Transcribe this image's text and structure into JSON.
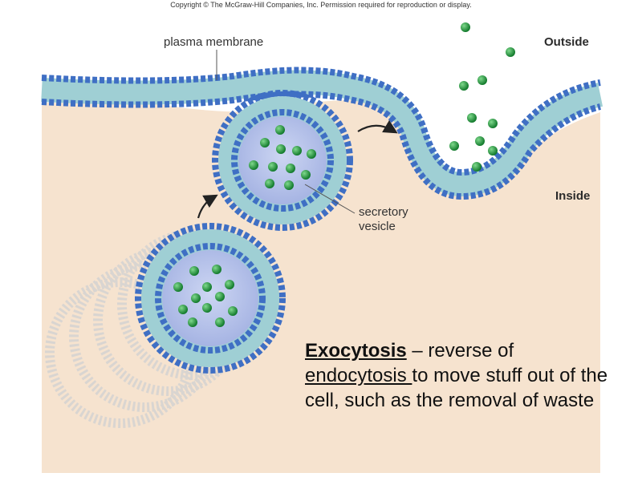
{
  "copyright": "Copyright © The McGraw-Hill Companies, Inc. Permission required for reproduction or display.",
  "labels": {
    "plasma_membrane": "plasma membrane",
    "outside": "Outside",
    "inside": "Inside",
    "secretory_line1": "secretory",
    "secretory_line2": "vesicle"
  },
  "caption": {
    "term": "Exocytosis",
    "dash_text": " – reverse of ",
    "linked_term": "endocytosis ",
    "rest": "to move stuff out of the cell, such as the removal of waste"
  },
  "colors": {
    "cytoplasm": "#f6e3cf",
    "membrane_head": "#3f6fc4",
    "membrane_tail": "#9fcfd4",
    "vesicle_lumen": "#b7c3ea",
    "cargo": "#1f9a3c"
  }
}
